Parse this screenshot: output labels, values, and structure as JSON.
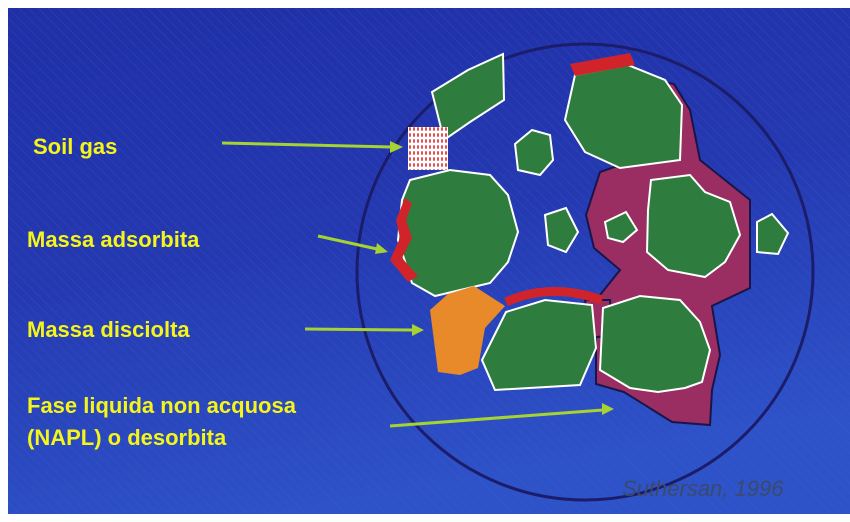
{
  "labels": {
    "soil_gas": "Soil gas",
    "adsorbed_mass": "Massa adsorbita",
    "dissolved_mass": "Massa disciolta",
    "napl_line1": "Fase liquida non acquosa",
    "napl_line2": "(NAPL) o desorbita"
  },
  "citation": "Suthersan, 1996",
  "colors": {
    "background": "#2438b0",
    "soil_grain": "#2e7d3e",
    "napl": "#9a2d62",
    "adsorbed": "#d0242a",
    "dissolved": "#e8892a",
    "soil_gas": "#ffffff",
    "arrow": "#a6d232",
    "label": "#f5f51a",
    "ring": "#1c1d6a"
  }
}
